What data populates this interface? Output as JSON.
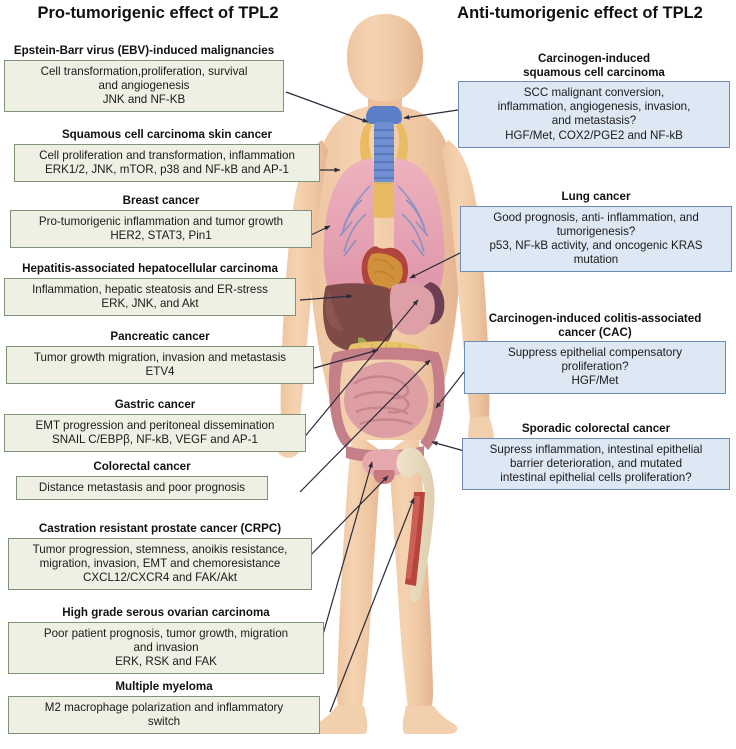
{
  "columns": {
    "left_title": "Pro-tumorigenic effect of TPL2",
    "right_title": "Anti-tumorigenic effect of TPL2"
  },
  "colors": {
    "pro_box_fill": "#eef0e3",
    "pro_box_border": "#7f9476",
    "anti_box_fill": "#dee7f4",
    "anti_box_border": "#6d8bb5",
    "leader_line": "#2b2b3c",
    "skin": "#f0cba6",
    "lung": "#e8a7b4",
    "liver": "#8c5550",
    "intestine": "#d79099",
    "bone": "#e8dcc0",
    "marrow": "#b8453c",
    "trachea": "#5b7fc7"
  },
  "pro_entries": [
    {
      "title": "Epstein-Barr virus (EBV)-induced malignancies",
      "body": "Cell transformation,proliferation, survival\nand angiogenesis\nJNK and NF-KB"
    },
    {
      "title": "Squamous cell carcinoma skin cancer",
      "body": "Cell proliferation and transformation, inflammation\nERK1/2, JNK, mTOR, p38 and NF-kB and AP-1"
    },
    {
      "title": "Breast cancer",
      "body": "Pro-tumorigenic inflammation and tumor growth\nHER2, STAT3,  Pin1"
    },
    {
      "title": "Hepatitis-associated hepatocellular carcinoma",
      "body": "Inflammation, hepatic steatosis and ER-stress\nERK, JNK, and Akt"
    },
    {
      "title": "Pancreatic cancer",
      "body": "Tumor growth migration, invasion and metastasis\nETV4"
    },
    {
      "title": "Gastric cancer",
      "body": "EMT progression and peritoneal dissemination\nSNAIL  C/EBPβ, NF-kB, VEGF and AP-1"
    },
    {
      "title": "Colorectal cancer",
      "body": "Distance metastasis and poor prognosis"
    },
    {
      "title": "Castration resistant prostate cancer (CRPC)",
      "body": "Tumor progression, stemness, anoikis resistance,\nmigration, invasion, EMT and chemoresistance\nCXCL12/CXCR4 and FAK/Akt"
    },
    {
      "title": "High grade serous ovarian carcinoma",
      "body": "Poor patient prognosis, tumor growth, migration\nand invasion\nERK, RSK and  FAK"
    },
    {
      "title": "Multiple myeloma",
      "body": "M2 macrophage polarization and inflammatory\nswitch"
    }
  ],
  "anti_entries": [
    {
      "title": "Carcinogen-induced\nsquamous cell carcinoma",
      "body": "SCC malignant conversion,\ninflammation, angiogenesis, invasion,\nand metastasis?\nHGF/Met, COX2/PGE2 and NF-kB"
    },
    {
      "title": "Lung cancer",
      "body": "Good prognosis, anti- inflammation, and\ntumorigenesis?\np53, NF-kB activity, and oncogenic KRAS\nmutation"
    },
    {
      "title": "Carcinogen-induced colitis-associated\ncancer (CAC)",
      "body": "Suppress epithelial compensatory\nproliferation?\nHGF/Met"
    },
    {
      "title": "Sporadic colorectal cancer",
      "body": "Supress inflammation, intestinal epithelial\nbarrier deterioration, and mutated\nintestinal epithelial cells proliferation?"
    }
  ],
  "anatomy": {
    "label": "human-body-anatomy-illustration",
    "organs": [
      "thyroid",
      "trachea",
      "lungs",
      "heart",
      "liver",
      "stomach",
      "spleen",
      "pancreas",
      "small-intestine",
      "colon",
      "bladder",
      "prostate",
      "femur",
      "bone-marrow"
    ]
  }
}
